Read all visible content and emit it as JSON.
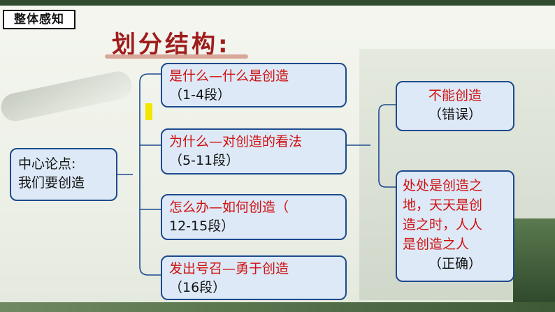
{
  "section_tag": "整体感知",
  "title": "划分结构:",
  "center": {
    "line1": "中心论点:",
    "line2": "我们要创造"
  },
  "parts": [
    {
      "title": "是什么—什么是创造",
      "range": "（1-4段）"
    },
    {
      "title": "为什么—对创造的看法",
      "range": "（5-11段）"
    },
    {
      "title": "怎么办—如何创造（",
      "range": "12-15段）"
    },
    {
      "title": "发出号召—勇于创造",
      "range": "（16段）"
    }
  ],
  "views": [
    {
      "lines": [
        "不能创造"
      ],
      "note": "（错误）"
    },
    {
      "lines": [
        "处处是创造之",
        "地，天天是创",
        "造之时，人人",
        "是创造之人"
      ],
      "note": "（正确）"
    }
  ],
  "colors": {
    "title": "#a01c1c",
    "text_red": "#d01010",
    "box_border": "#1d4a8f",
    "box_fill": "#dde9f6"
  }
}
